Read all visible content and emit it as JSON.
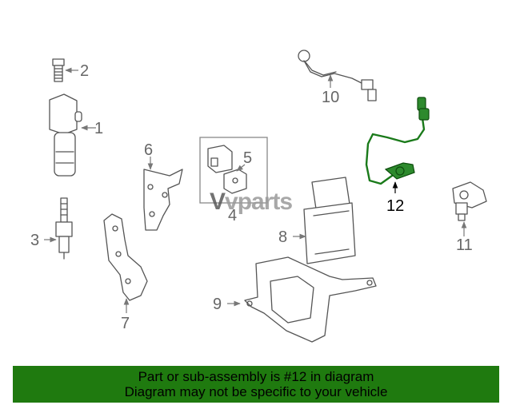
{
  "callouts": {
    "c1": "1",
    "c2": "2",
    "c3": "3",
    "c4": "4",
    "c5": "5",
    "c6": "6",
    "c7": "7",
    "c8": "8",
    "c9": "9",
    "c10": "10",
    "c11": "11",
    "c12": "12"
  },
  "watermark": {
    "prefix": "V",
    "text": "vparts"
  },
  "banner": {
    "line1": "Part or sub-assembly is #12 in diagram",
    "line2": "Diagram may not be specific to your vehicle"
  },
  "colors": {
    "highlight": "#2d8a2d",
    "banner": "#1f7a0f"
  }
}
